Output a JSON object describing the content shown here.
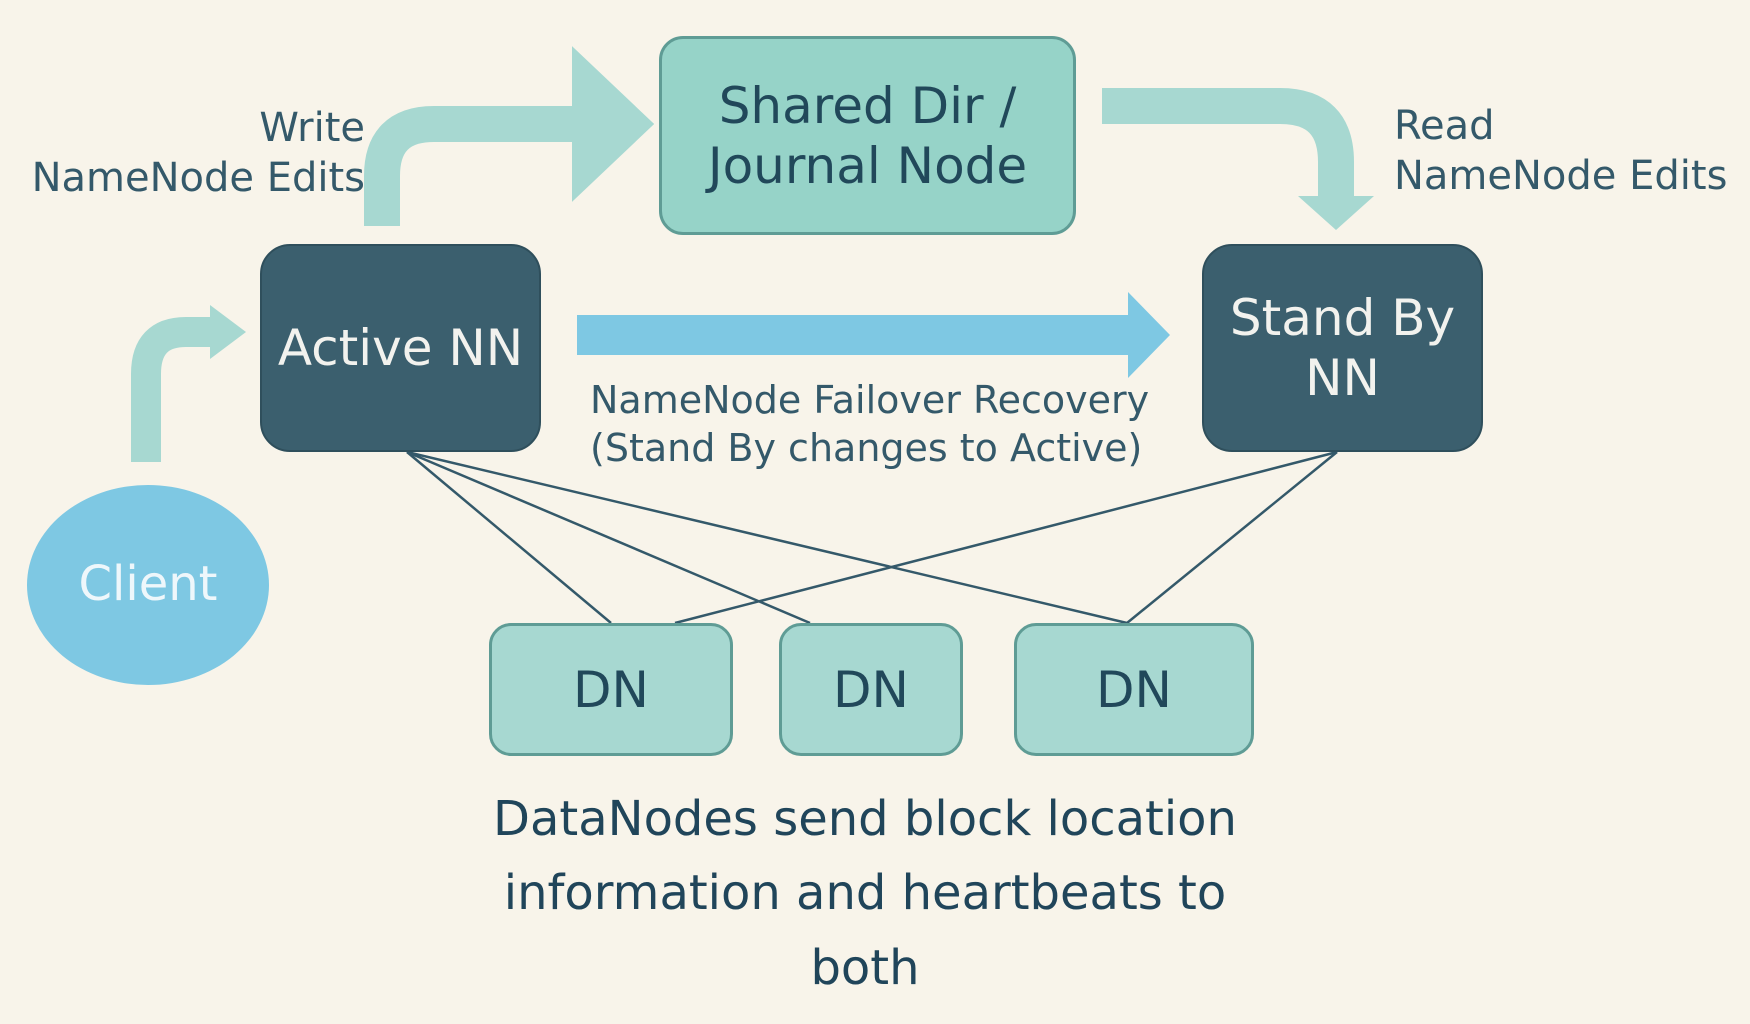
{
  "nodes": {
    "journal": {
      "line1": "Shared Dir /",
      "line2": "Journal Node"
    },
    "active": {
      "label": "Active NN"
    },
    "standby": {
      "line1": "Stand By",
      "line2": "NN"
    },
    "client": {
      "label": "Client"
    },
    "datanodes": [
      {
        "label": "DN"
      },
      {
        "label": "DN"
      },
      {
        "label": "DN"
      }
    ]
  },
  "labels": {
    "write": {
      "line1": "Write",
      "line2": "NameNode Edits"
    },
    "read": {
      "line1": "Read",
      "line2": "NameNode Edits"
    },
    "failover": {
      "line1": "NameNode Failover Recovery",
      "line2": "(Stand By changes to Active)"
    },
    "bottom": {
      "line1": "DataNodes send block location",
      "line2": "information and heartbeats to",
      "line3": "both"
    }
  },
  "colors": {
    "background": "#f8f4ea",
    "light_teal": "#96d3c8",
    "dark_slate": "#3b5f6e",
    "sky_blue": "#7ec8e3",
    "dn_fill": "#a7d8d1",
    "text_dark": "#20455a",
    "connector_line": "#34596a"
  }
}
